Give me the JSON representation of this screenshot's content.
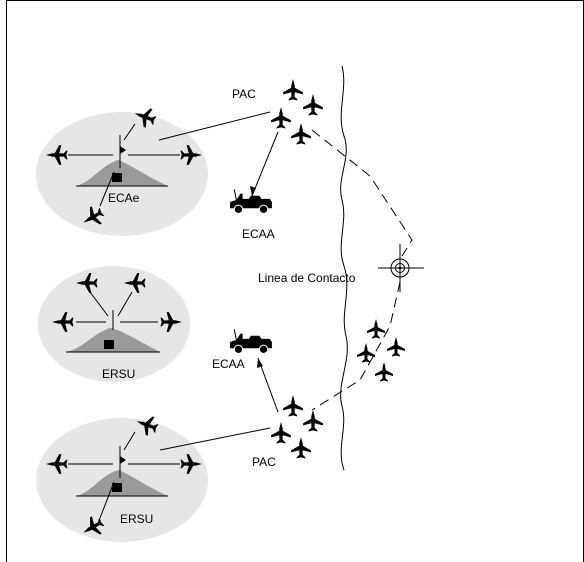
{
  "labels": {
    "pac_top": "PAC",
    "pac_bottom": "PAC",
    "ecae": "ECAe",
    "ecaa_top": "ECAA",
    "ecaa_bottom": "ECAA",
    "ersu_middle": "ERSU",
    "ersu_bottom": "ERSU",
    "contact_line": "Linea de Contacto"
  },
  "icons": {
    "aircraft": "aircraft-icon",
    "vehicle": "jeep-icon",
    "radar_site": "radar-site-icon",
    "target": "target-icon"
  },
  "colors": {
    "ellipse_fill": "#e6e6e6",
    "hill_fill": "#9a9a9a",
    "line": "#000000"
  }
}
